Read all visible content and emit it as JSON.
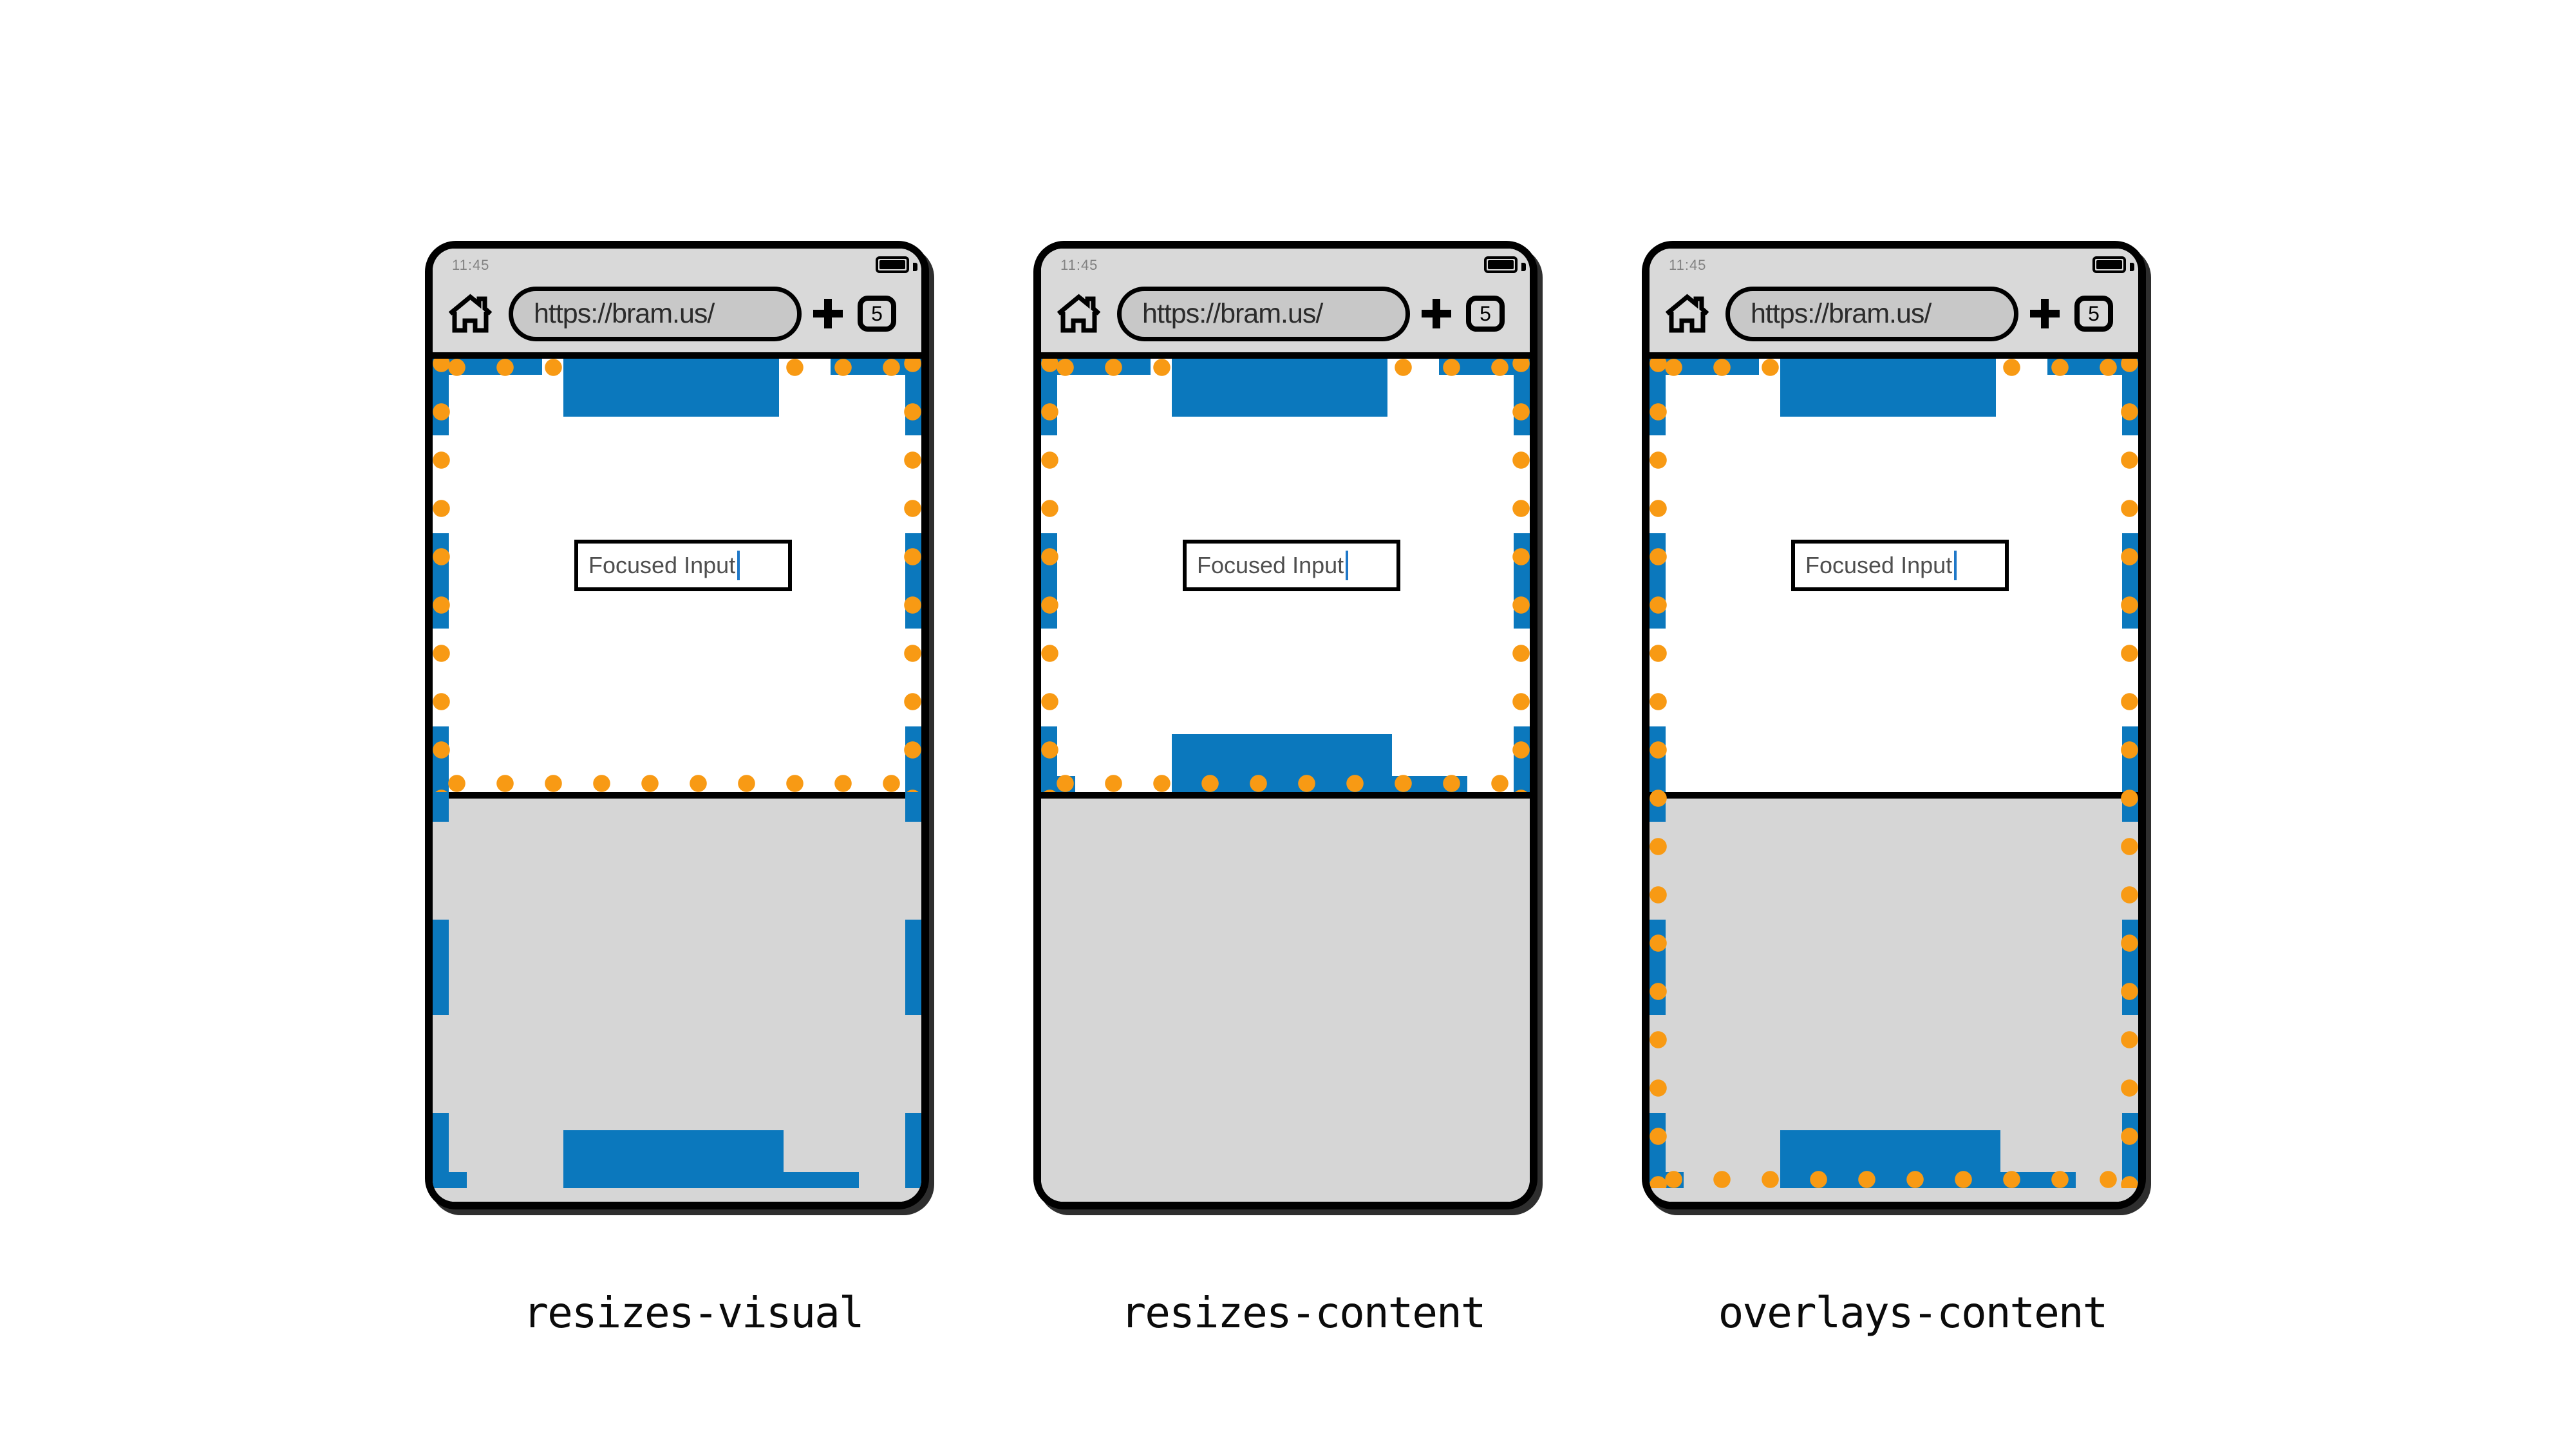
{
  "diagram": {
    "captions": [
      "resizes-visual",
      "resizes-content",
      "overlays-content"
    ]
  },
  "phone_chrome": {
    "status_time": "11:45",
    "url": "https://bram.us/",
    "tab_count": "5",
    "input_value": "Focused Input"
  },
  "colors": {
    "page_content_blue": "#0b78bd",
    "visual_viewport_orange": "#f89a14",
    "chrome_gray": "#d9d9d9",
    "keyboard_gray": "#d6d6d6",
    "url_pill_gray": "#c8c8c8"
  }
}
